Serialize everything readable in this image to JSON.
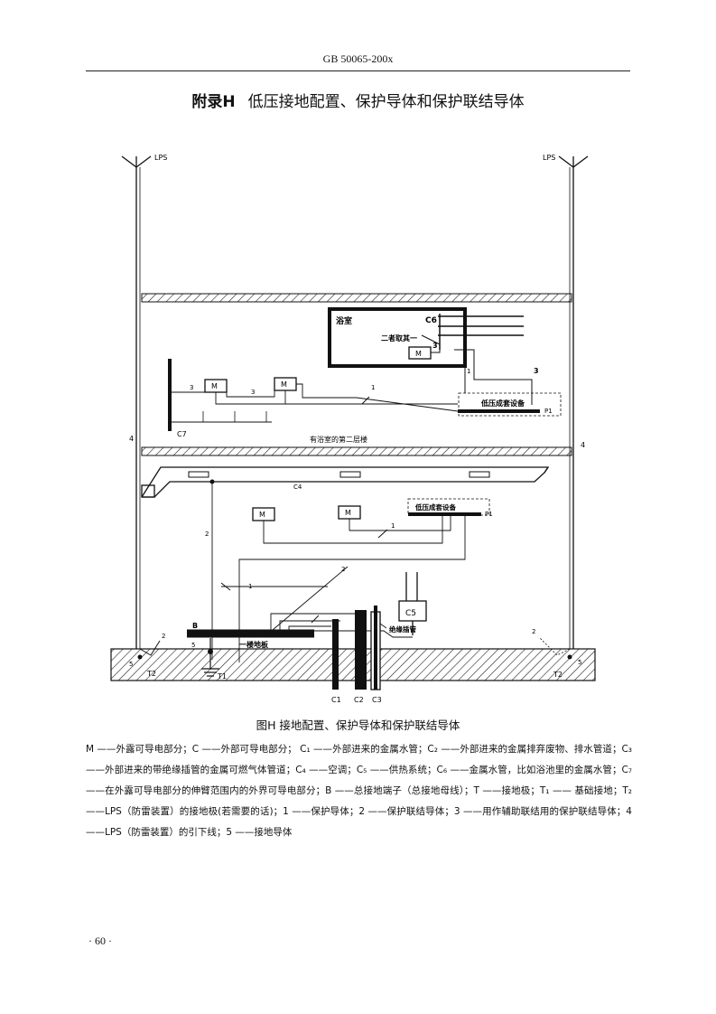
{
  "header": {
    "standard_code": "GB 50065-200x"
  },
  "appendix": {
    "label": "附录H",
    "title": "低压接地配置、保护导体和保护联结导体"
  },
  "figure": {
    "labels": {
      "lps_left": "LPS",
      "lps_right": "LPS",
      "bathroom": "浴室",
      "c6": "C6",
      "either_one": "二者取其一",
      "n3_bath": "3",
      "n1_bath": "1",
      "n3_right": "3",
      "m_bath": "M",
      "lv_switchgear_upper": "低压成套设备",
      "p1_upper": "P1",
      "n3_a": "3",
      "n3_b": "3",
      "m1": "M",
      "m2": "M",
      "n1_upper": "1",
      "c7": "C7",
      "n4_left": "4",
      "n4_right": "4",
      "second_floor": "有浴室的第二层楼",
      "c4": "C4",
      "n2_mid": "2",
      "m3": "M",
      "m4": "M",
      "lv_switchgear_lower": "低压成套设备",
      "p1_lower": "P1",
      "n1_lower": "1",
      "n1_left": "1",
      "n2_diag": "2",
      "c5": "C5",
      "b": "B",
      "n5_b": "5",
      "ground_floor": "一楼地板",
      "insulating_pipe": "绝缘插管",
      "n2_left": "2",
      "n2_right": "2",
      "n5_left": "5",
      "n5_right": "5",
      "t2_left": "T2",
      "t1": "T1",
      "t2_right": "T2",
      "c1": "C1",
      "c2": "C2",
      "c3": "C3"
    },
    "caption": "图H 接地配置、保护导体和保护联结导体"
  },
  "legend_text": "M ——外露可导电部分；C ——外部可导电部分； C₁ ——外部进来的金属水管；C₂ ——外部进来的金属排弃废物、排水管道；C₃ ——外部进来的带绝缘插管的金属可燃气体管道；C₄ ——空调；C₅ ——供热系统；C₆ ——金属水管，比如浴池里的金属水管；C₇ ——在外露可导电部分的伸臂范围内的外界可导电部分；B ——总接地端子（总接地母线）；T ——接地极；T₁ —— 基础接地；T₂ ——LPS（防雷装置）的接地极(若需要的话)；1 ——保护导体；2 ——保护联结导体；3 ——用作辅助联结用的保护联结导体；4 ——LPS（防雷装置）的引下线；5 ——接地导体",
  "footer": {
    "page_number": "· 60 ·"
  }
}
